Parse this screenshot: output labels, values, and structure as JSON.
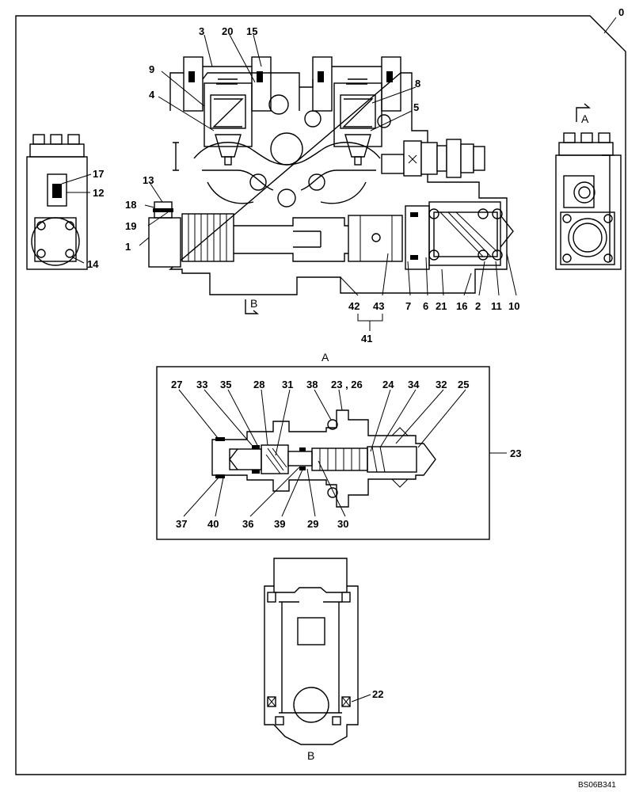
{
  "drawing_code": "BS06B341",
  "sheet_callout": "0",
  "view_labels": {
    "a_title": "A",
    "a_arrow": "A",
    "b_title": "B",
    "b_arrow": "B"
  },
  "callouts": {
    "c1": "1",
    "c2": "2",
    "c3": "3",
    "c4": "4",
    "c5": "5",
    "c6": "6",
    "c7": "7",
    "c8": "8",
    "c9": "9",
    "c10": "10",
    "c11": "11",
    "c12": "12",
    "c13": "13",
    "c14": "14",
    "c15": "15",
    "c16": "16",
    "c17": "17",
    "c18": "18",
    "c19": "19",
    "c20": "20",
    "c21": "21",
    "c22": "22",
    "c23": "23",
    "c23_26": "23 , 26",
    "c24": "24",
    "c25": "25",
    "c27": "27",
    "c28": "28",
    "c29": "29",
    "c30": "30",
    "c31": "31",
    "c32": "32",
    "c33": "33",
    "c34": "34",
    "c35": "35",
    "c36": "36",
    "c37": "37",
    "c38": "38",
    "c39": "39",
    "c40": "40",
    "c41": "41",
    "c42": "42",
    "c43": "43"
  }
}
